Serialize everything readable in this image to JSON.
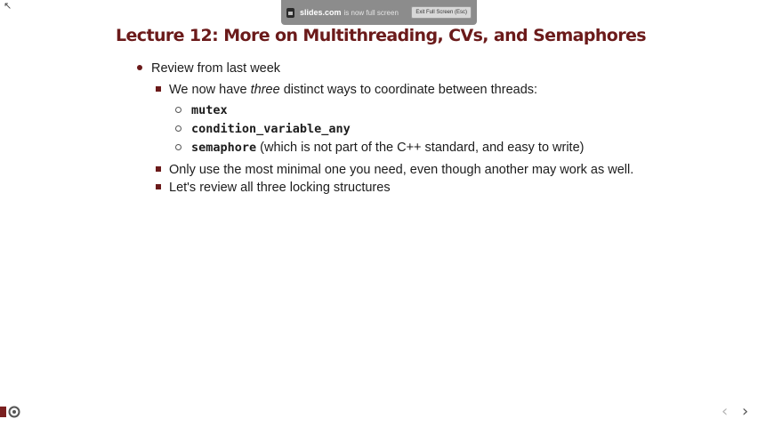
{
  "fullscreen_notice": {
    "domain": "slides.com",
    "message": "is now full screen",
    "exit_button": "Exit Full Screen (Esc)"
  },
  "slide": {
    "title": "Lecture 12: More on Multithreading, CVs, and Semaphores",
    "bullet1": "Review from last week",
    "sub1_pre": "We now have ",
    "sub1_em": "three",
    "sub1_post": " distinct ways to coordinate between threads:",
    "items": [
      {
        "code": "mutex",
        "text": ""
      },
      {
        "code": "condition_variable_any",
        "text": ""
      },
      {
        "code": "semaphore",
        "text": " (which is not part of the C++ standard, and easy to write)"
      }
    ],
    "sub2": "Only use the most minimal one you need, even though another may work as well.",
    "sub3": "Let's review all three locking structures"
  },
  "nav": {
    "prev": "‹",
    "next": "›"
  },
  "colors": {
    "title": "#6b1a1a",
    "bullet": "#6b1a1a"
  }
}
